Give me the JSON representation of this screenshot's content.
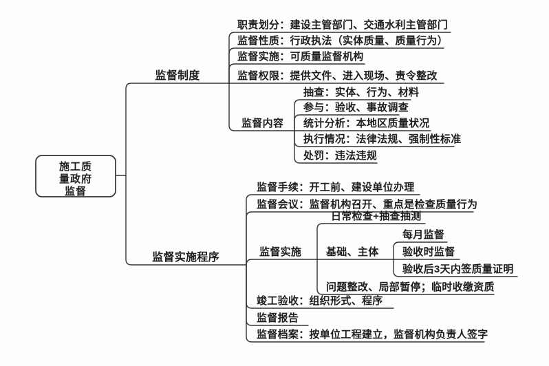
{
  "diagram": {
    "type": "mindmap",
    "background_color": "#fdfdfd",
    "line_color": "#333333",
    "text_color": "#1e1e1e"
  },
  "root": {
    "label": "施工质量政府监督",
    "label_lines": [
      "施工质",
      "量政府",
      "监督"
    ]
  },
  "branches": [
    {
      "label": "监督制度",
      "children": [
        {
          "label": "职责划分：建设主管部门、交通水利主管部门"
        },
        {
          "label": "监督性质：行政执法（实体质量、质量行为）"
        },
        {
          "label": "监督实施：可质量监督机构"
        },
        {
          "label": "监督权限：提供文件、进入现场、责令整改"
        },
        {
          "label": "监督内容",
          "children": [
            {
              "label": "抽查：实体、行为、材料"
            },
            {
              "label": "参与：验收、事故调查"
            },
            {
              "label": "统计分析：本地区质量状况"
            },
            {
              "label": "执行情况：法律法规、强制性标准"
            },
            {
              "label": "处罚：违法违规"
            }
          ]
        }
      ]
    },
    {
      "label": "监督实施程序",
      "children": [
        {
          "label": "监督手续：开工前、建设单位办理"
        },
        {
          "label": "监督会议：监督机构召开、重点是检查质量行为"
        },
        {
          "label": "监督实施",
          "children": [
            {
              "label": "日常检查+抽查抽测"
            },
            {
              "label": "基础、主体",
              "children": [
                {
                  "label": "每月监督"
                },
                {
                  "label": "验收时监督"
                },
                {
                  "label": "验收后3天内签质量证明"
                }
              ]
            },
            {
              "label": "问题整改、局部暂停；临时收缴资质"
            }
          ]
        },
        {
          "label": "竣工验收：组织形式、程序"
        },
        {
          "label": "监督报告"
        },
        {
          "label": "监督档案：按单位工程建立，监督机构负责人签字"
        }
      ]
    }
  ]
}
